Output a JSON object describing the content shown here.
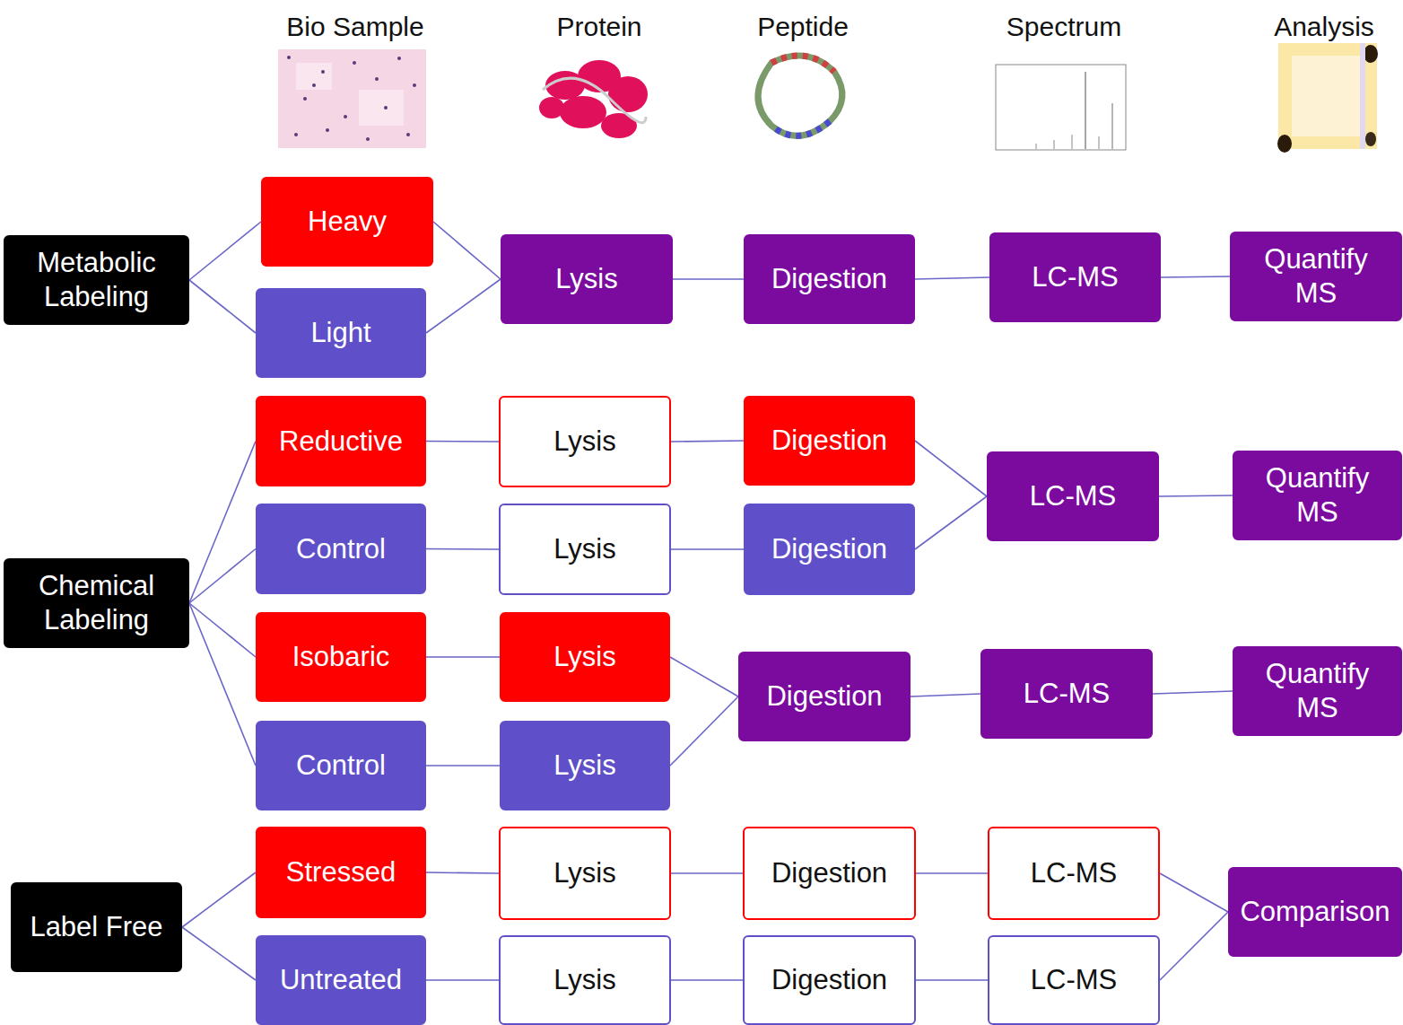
{
  "diagram": {
    "nodes": [
      {
        "text": [
          "Metabolic Labeling"
        ]
      },
      {
        "text": [
          "Heavy"
        ]
      },
      {
        "text": [
          "Light"
        ]
      },
      {
        "text": [
          "Lysis"
        ]
      },
      {
        "text": [
          "Digestion"
        ]
      },
      {
        "text": [
          "LC-MS"
        ]
      },
      {
        "text": [
          "Quantify MS"
        ]
      },
      {
        "text": [
          "Chemical Labeling"
        ]
      },
      {
        "text": [
          "Reductive"
        ]
      },
      {
        "text": [
          "Lysis"
        ]
      },
      {
        "text": [
          "Digestion"
        ]
      },
      {
        "text": [
          "Control"
        ]
      },
      {
        "text": [
          "Lysis"
        ]
      },
      {
        "text": [
          "Digestion"
        ]
      },
      {
        "text": [
          "LC-MS"
        ]
      },
      {
        "text": [
          "Quantify MS"
        ]
      },
      {
        "text": [
          "Isobaric"
        ]
      },
      {
        "text": [
          "Lysis"
        ]
      },
      {
        "text": [
          "Digestion"
        ]
      },
      {
        "text": [
          "LC-MS"
        ]
      },
      {
        "text": [
          "Quantify MS"
        ]
      },
      {
        "text": [
          "Control"
        ]
      },
      {
        "text": [
          "Lysis"
        ]
      },
      {
        "text": [
          "Label Free"
        ]
      },
      {
        "text": [
          "Stressed"
        ]
      },
      {
        "text": [
          "Lysis"
        ]
      },
      {
        "text": [
          "Digestion"
        ]
      },
      {
        "text": [
          "LC-MS"
        ]
      },
      {
        "text": [
          "Untreated"
        ]
      },
      {
        "text": [
          "Lysis"
        ]
      },
      {
        "text": [
          "Digestion"
        ]
      },
      {
        "text": [
          "LC-MS"
        ]
      },
      {
        "text": [
          "Comparison"
        ]
      }
    ],
    "edges": [
      {
        "from": 0,
        "to": 1,
        "arrow": "none"
      },
      {
        "from": 0,
        "to": 2,
        "arrow": "none"
      },
      {
        "from": 1,
        "to": 3,
        "arrow": "none"
      },
      {
        "from": 2,
        "to": 3,
        "arrow": "none"
      },
      {
        "from": 3,
        "to": 4,
        "arrow": "none"
      },
      {
        "from": 4,
        "to": 5,
        "arrow": "none"
      },
      {
        "from": 5,
        "to": 6,
        "arrow": "none"
      },
      {
        "from": 7,
        "to": 8,
        "arrow": "none"
      },
      {
        "from": 7,
        "to": 11,
        "arrow": "none"
      },
      {
        "from": 7,
        "to": 16,
        "arrow": "none"
      },
      {
        "from": 7,
        "to": 21,
        "arrow": "none"
      },
      {
        "from": 8,
        "to": 9,
        "arrow": "none"
      },
      {
        "from": 9,
        "to": 10,
        "arrow": "none"
      },
      {
        "from": 10,
        "to": 14,
        "arrow": "none"
      },
      {
        "from": 11,
        "to": 12,
        "arrow": "none"
      },
      {
        "from": 12,
        "to": 13,
        "arrow": "none"
      },
      {
        "from": 13,
        "to": 14,
        "arrow": "none"
      },
      {
        "from": 14,
        "to": 15,
        "arrow": "none"
      },
      {
        "from": 16,
        "to": 17,
        "arrow": "none"
      },
      {
        "from": 21,
        "to": 22,
        "arrow": "none"
      },
      {
        "from": 17,
        "to": 18,
        "arrow": "none"
      },
      {
        "from": 22,
        "to": 18,
        "arrow": "none"
      },
      {
        "from": 18,
        "to": 19,
        "arrow": "none"
      },
      {
        "from": 19,
        "to": 20,
        "arrow": "none"
      },
      {
        "from": 23,
        "to": 24,
        "arrow": "none"
      },
      {
        "from": 23,
        "to": 28,
        "arrow": "none"
      },
      {
        "from": 24,
        "to": 25,
        "arrow": "none"
      },
      {
        "from": 25,
        "to": 26,
        "arrow": "none"
      },
      {
        "from": 26,
        "to": 27,
        "arrow": "none"
      },
      {
        "from": 28,
        "to": 29,
        "arrow": "none"
      },
      {
        "from": 29,
        "to": 30,
        "arrow": "none"
      },
      {
        "from": 30,
        "to": 31,
        "arrow": "none"
      },
      {
        "from": 27,
        "to": 32,
        "arrow": "none"
      },
      {
        "from": 31,
        "to": 32,
        "arrow": "none"
      }
    ],
    "labels": [
      "Bio Sample",
      "Protein",
      "Peptide",
      "Spectrum",
      "Analysis"
    ]
  }
}
